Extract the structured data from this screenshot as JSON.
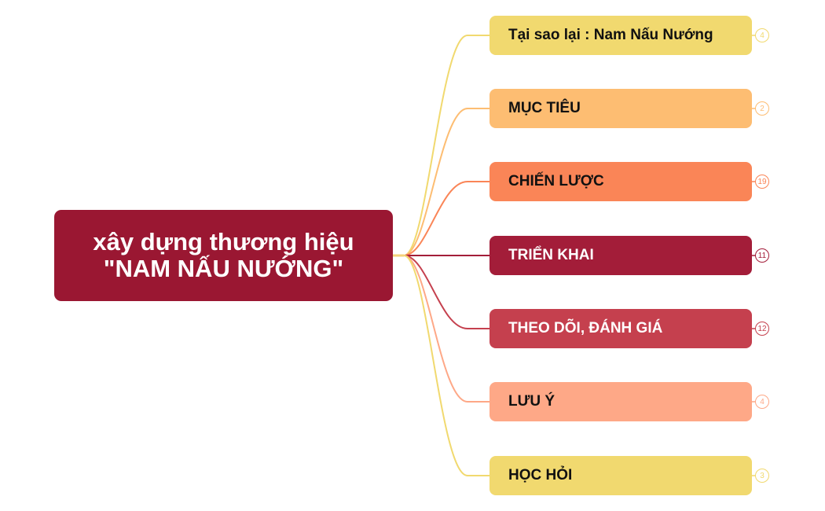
{
  "root": {
    "label": "xây dựng thương hiệu\n\"NAM NẤU NƯỚNG\"",
    "color": "#9a1732",
    "text_color": "#ffffff"
  },
  "branches": [
    {
      "label": "Tại sao lại  : Nam Nấu Nướng",
      "count": "4",
      "color": "#f1d96f",
      "line": "#f1d96f",
      "text_color": "#111111",
      "badge_color": "#f1d96f"
    },
    {
      "label": "MỤC TIÊU",
      "count": "2",
      "color": "#fdbd72",
      "line": "#fdbd72",
      "text_color": "#111111",
      "badge_color": "#fdbd72"
    },
    {
      "label": "CHIẾN LƯỢC",
      "count": "19",
      "color": "#fa8557",
      "line": "#fa8557",
      "text_color": "#111111",
      "badge_color": "#fa8557"
    },
    {
      "label": "TRIỂN KHAI",
      "count": "11",
      "color": "#a31d39",
      "line": "#a31d39",
      "text_color": "#ffffff",
      "badge_color": "#a31d39"
    },
    {
      "label": "THEO DÕI, ĐÁNH GIÁ",
      "count": "12",
      "color": "#c5404e",
      "line": "#c5404e",
      "text_color": "#ffffff",
      "badge_color": "#c5404e"
    },
    {
      "label": "LƯU Ý",
      "count": "4",
      "color": "#fea887",
      "line": "#fea887",
      "text_color": "#111111",
      "badge_color": "#fea887"
    },
    {
      "label": "HỌC HỎI",
      "count": "3",
      "color": "#f1d96f",
      "line": "#f1d96f",
      "text_color": "#111111",
      "badge_color": "#f1d96f"
    }
  ]
}
